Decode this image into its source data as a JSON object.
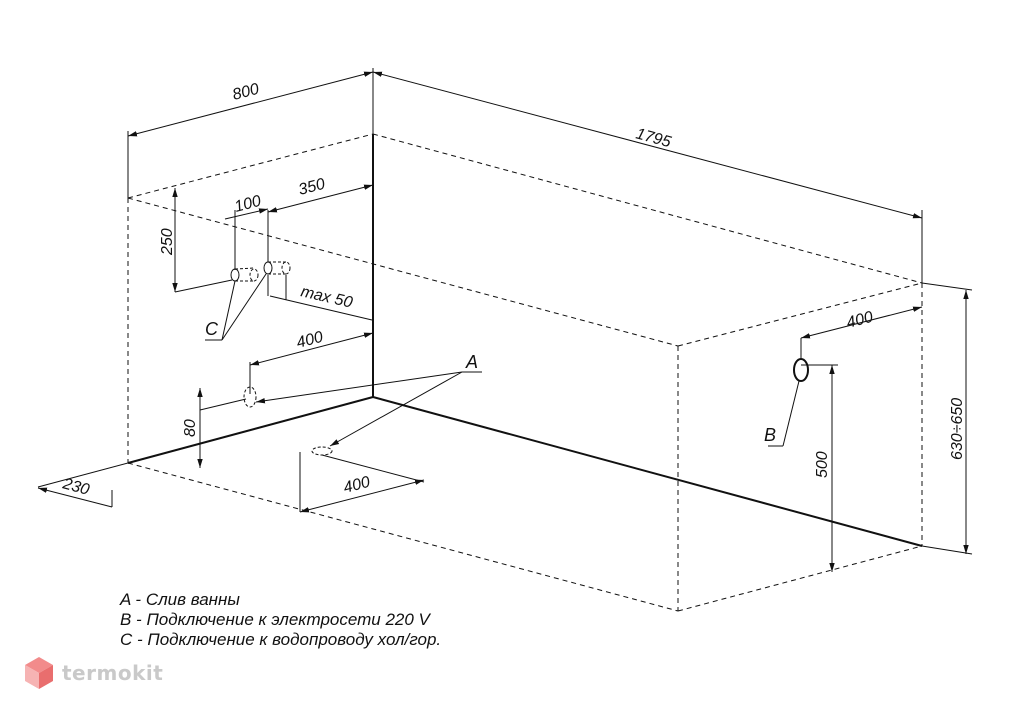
{
  "dimensions": {
    "width_800": "800",
    "length_1795": "1795",
    "height_range": "630÷650",
    "offset_350": "350",
    "spacing_100": "100",
    "height_250": "250",
    "max_50": "max 50",
    "offset_400_wall": "400",
    "height_80": "80",
    "offset_230": "230",
    "offset_400_floor": "400",
    "offset_400_right": "400",
    "height_500": "500"
  },
  "markers": {
    "a": "A",
    "b": "B",
    "c": "C"
  },
  "legend": [
    "A - Слив ванны",
    "B - Подключение к электросети 220 V",
    "C - Подключение к водопроводу хол/гор."
  ],
  "brand": {
    "name": "termokit",
    "icon": "hexagon-cube-icon",
    "colors": {
      "logo_top": "#f28b8b",
      "logo_left": "#f6b3b3",
      "logo_right": "#e96e6e",
      "text": "#c9c9c9"
    }
  },
  "colors": {
    "line": "#111111",
    "background": "#ffffff"
  }
}
